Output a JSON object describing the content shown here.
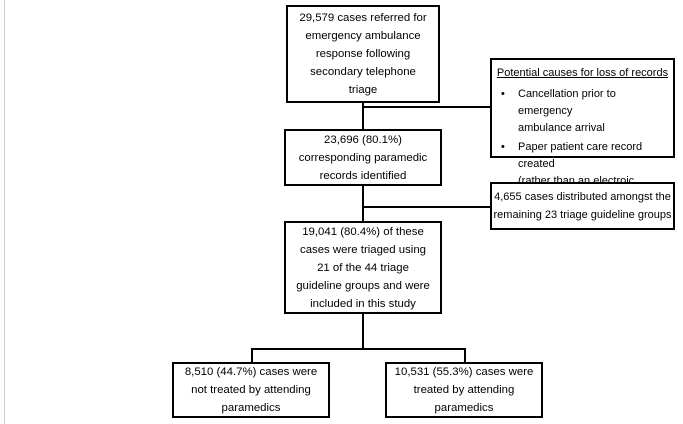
{
  "boxes": {
    "referred": [
      "29,579 cases referred for",
      "emergency ambulance",
      "response following",
      "secondary telephone",
      "triage"
    ],
    "identified": [
      "23,696  (80.1%)",
      "corresponding paramedic",
      "records identified"
    ],
    "distributed": [
      "4,655 cases distributed amongst the",
      "remaining 23 triage guideline groups"
    ],
    "included": [
      "19,041  (80.4%) of these",
      "cases were triaged using",
      "21 of the 44 triage",
      "guideline groups and were",
      "included in this study"
    ],
    "not_treated": [
      "8,510 (44.7%) cases were",
      "not treated by attending",
      "paramedics"
    ],
    "treated": [
      "10,531 (55.3%) cases were",
      "treated by attending",
      "paramedics"
    ]
  },
  "causes": {
    "title": "Potential causes for loss of records",
    "items": [
      [
        "Cancellation prior to emergency",
        "ambulance arrival"
      ],
      [
        "Paper patient care record created",
        "(rather than an electroic record)"
      ]
    ],
    "bullet": "•"
  }
}
